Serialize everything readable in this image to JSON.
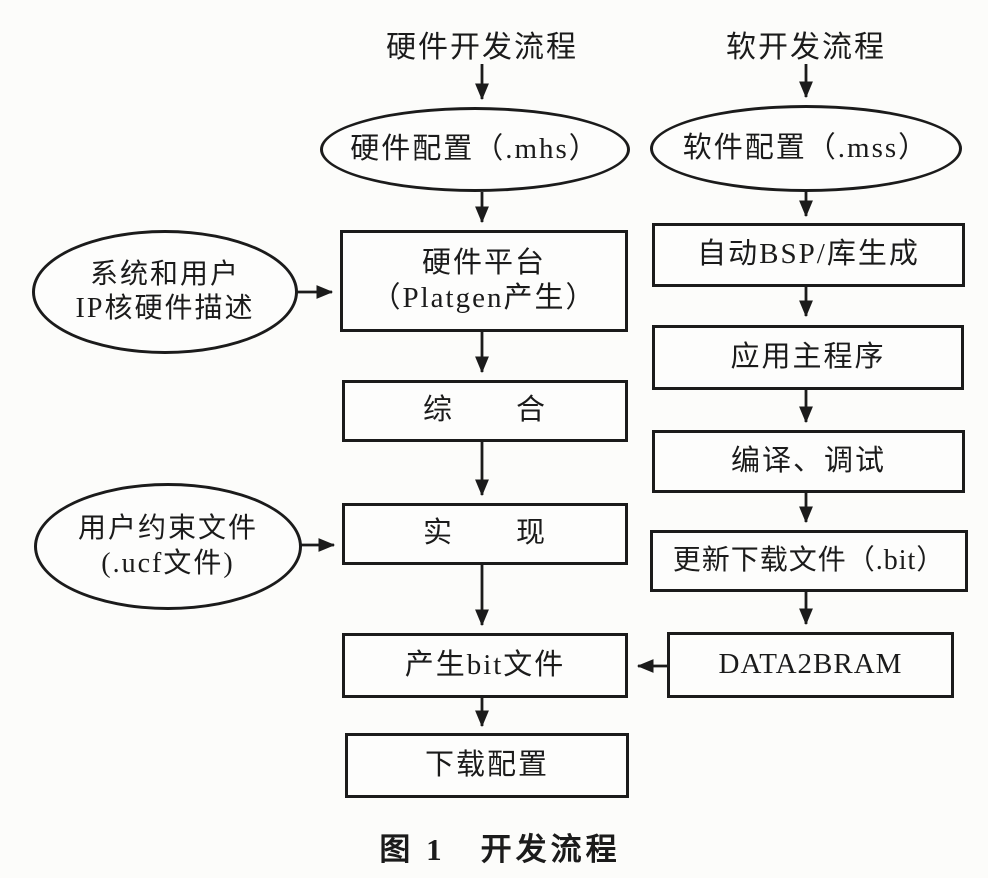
{
  "diagram": {
    "hardware_column_title": "硬件开发流程",
    "software_column_title": "软开发流程",
    "caption": "图 1　开发流程"
  },
  "nodes": {
    "hw_config": "硬件配置（.mhs）",
    "sw_config": "软件配置（.mss）",
    "sys_ip": {
      "line1": "系统和用户",
      "line2": "IP核硬件描述"
    },
    "hw_platform": {
      "line1": "硬件平台",
      "line2": "（Platgen产生）"
    },
    "synthesis": "综　　合",
    "ucf": {
      "line1": "用户约束文件",
      "line2": "(.ucf文件)"
    },
    "implement": "实　　现",
    "bsp": "自动BSP/库生成",
    "app_main": "应用主程序",
    "compile_debug": "编译、调试",
    "update_bit": "更新下载文件（.bit）",
    "gen_bit": "产生bit文件",
    "data2bram": "DATA2BRAM",
    "download_config": "下载配置"
  },
  "colors": {
    "line": "#1b1b1b",
    "background": "#fcfcfa",
    "text": "#1b1b1b"
  }
}
